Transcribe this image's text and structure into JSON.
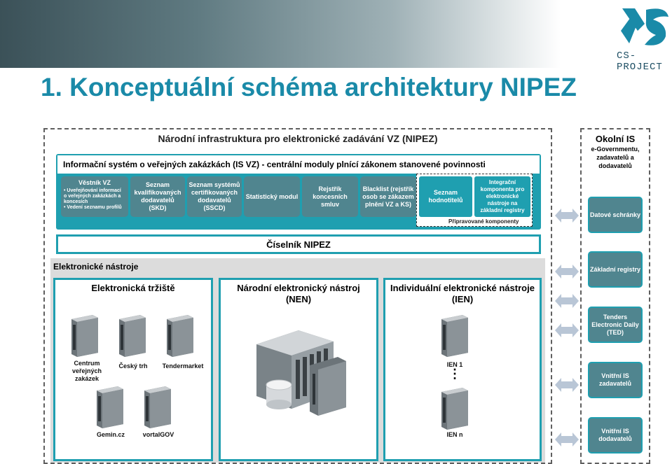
{
  "slide": {
    "title": "1.  Konceptuální schéma architektury NIPEZ",
    "logo_text": "CS-PROJECT"
  },
  "nipez": {
    "header": "Národní infrastruktura pro elektronické zadávání VZ (NIPEZ)",
    "isvz_title": "Informační systém o veřejných zakázkách (IS VZ) - centrální moduly plnící zákonem stanovené povinnosti",
    "vestnik": {
      "title": "Věstník VZ",
      "items": [
        "Uveřejňování informací o veřejných zakázkách a koncesích",
        "Vedení seznamu profilů"
      ]
    },
    "modules": [
      "Seznam kvalifikovaných dodavatelů (SKD)",
      "Seznam systémů certifikovaných dodavatelů (SSCD)",
      "Statistický modul",
      "Rejstřík koncesních smluv",
      "Blacklist (rejstřík osob se zákazem plnění VZ a KS)"
    ],
    "prepared": [
      "Seznam hodnotitelů",
      "Integrační komponenta pro elektronické nástroje na základní registry"
    ],
    "prepared_label": "Připravované komponenty",
    "ciselnik": "Číselník NIPEZ"
  },
  "tools": {
    "header": "Elektronické nástroje",
    "marketplaces": {
      "title": "Elektronická tržiště",
      "servers": [
        "Centrum veřejných zakázek",
        "Český trh",
        "Tendermarket",
        "Gemin.cz",
        "vortalGOV"
      ]
    },
    "nen": {
      "title": "Národní elektronický nástroj",
      "subtitle": "(NEN)"
    },
    "ien": {
      "title": "Individuální elektronické nástroje",
      "subtitle": "(IEN)",
      "servers": [
        "IEN 1",
        "IEN n"
      ],
      "ellipsis": "⋮"
    }
  },
  "okolni": {
    "title": "Okolní IS",
    "subtitle": "e-Governmentu, zadavatelů a dodavatelů",
    "items": [
      "Datové schránky",
      "Základní registry",
      "Tenders Electronic Daily (TED)",
      "Vnitřní IS zadavatelů",
      "Vnitřní IS dodavatelů"
    ]
  },
  "colors": {
    "accent": "#1f9fb0",
    "title": "#1a8aa8",
    "module_gray": "#50858f"
  }
}
